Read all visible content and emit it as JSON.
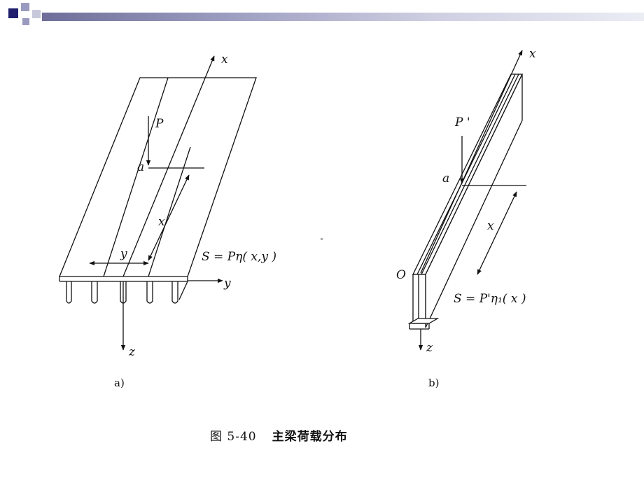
{
  "figure_a": {
    "axis_x": "x",
    "axis_y": "y",
    "axis_z": "z",
    "load_label": "P",
    "point_label": "a",
    "distance_x": "x",
    "distance_y": "y",
    "formula": "S = Pη( x,y )",
    "sublabel": "a)"
  },
  "figure_b": {
    "axis_x": "x",
    "axis_z": "z",
    "load_label": "P '",
    "point_label": "a",
    "origin_label": "O",
    "distance_x": "x",
    "formula": "S = P'η₁( x )",
    "sublabel": "b)"
  },
  "caption": {
    "number": "图 5-40",
    "title": "主梁荷载分布"
  },
  "colors": {
    "header_dark": "#1f1f6e",
    "header_mid": "#7a7aa8",
    "header_light": "#c8c8dc",
    "ink": "#111111"
  }
}
